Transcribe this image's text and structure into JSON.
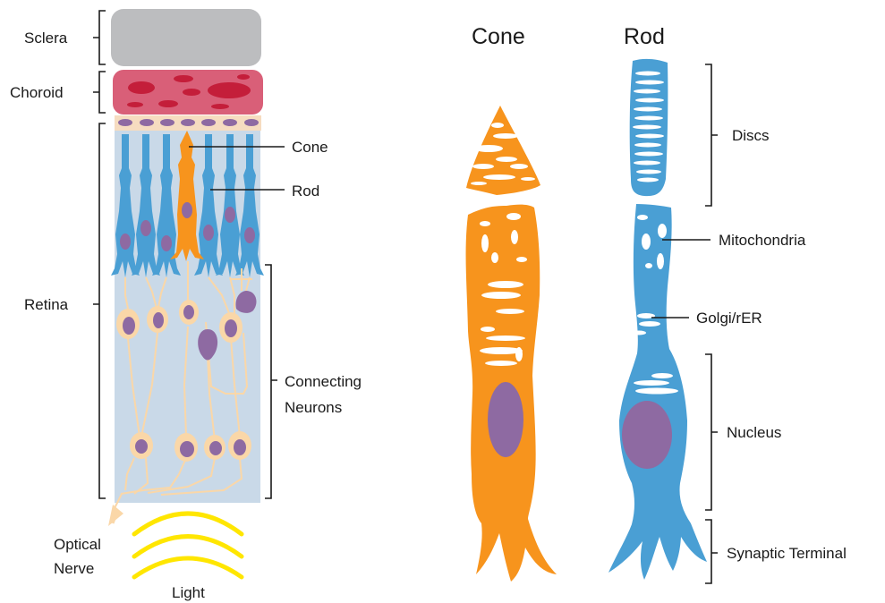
{
  "diagram": {
    "layers": {
      "sclera": "Sclera",
      "choroid": "Choroid",
      "retina": "Retina"
    },
    "retina_callouts": {
      "cone": "Cone",
      "rod": "Rod",
      "connecting_neurons_line1": "Connecting",
      "connecting_neurons_line2": "Neurons"
    },
    "bottom": {
      "optical_nerve_line1": "Optical",
      "optical_nerve_line2": "Nerve",
      "light": "Light"
    },
    "cell_titles": {
      "cone": "Cone",
      "rod": "Rod"
    },
    "rod_parts": {
      "discs": "Discs",
      "mitochondria": "Mitochondria",
      "golgi": "Golgi/rER",
      "nucleus": "Nucleus",
      "synaptic_terminal": "Synaptic Terminal"
    },
    "colors": {
      "sclera": "#bcbdbf",
      "choroid": "#d95f78",
      "blood": "#c41e3a",
      "retina_bg": "#c9d9e8",
      "rod": "#4a9fd4",
      "cone": "#f7941d",
      "nucleus": "#8e6aa2",
      "neuron": "#fad7a8",
      "light": "#ffe600",
      "epithelium": "#f6dcc0"
    }
  }
}
